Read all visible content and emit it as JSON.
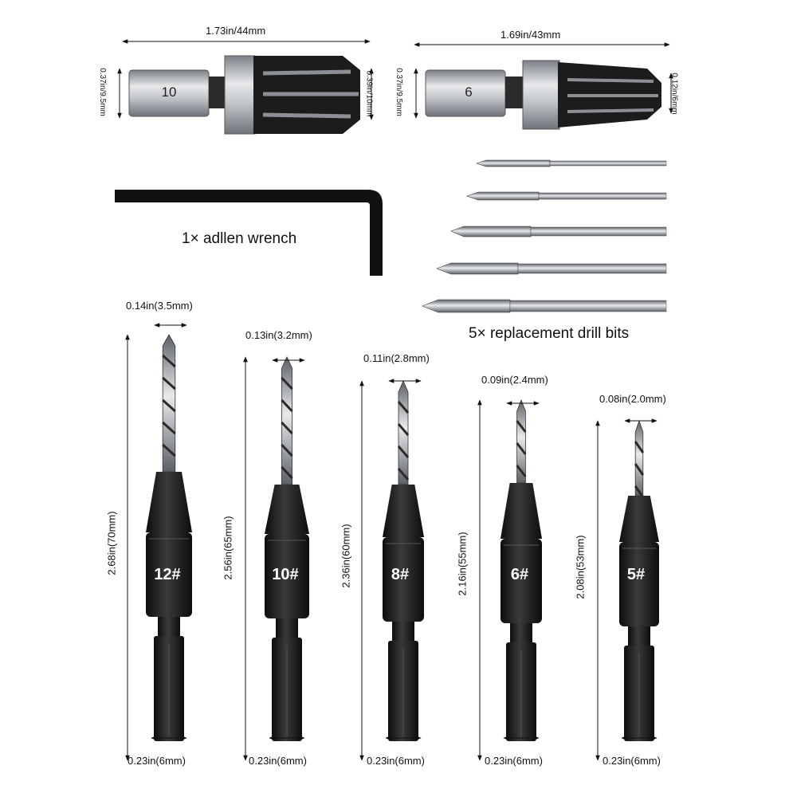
{
  "plug_cutters": [
    {
      "shank_number": "10",
      "length": "1.73in/44mm",
      "shank_diameter": "0.37in/9.5mm",
      "cut_diameter": "0.39in/10mm"
    },
    {
      "shank_number": "6",
      "length": "1.69in/43mm",
      "shank_diameter": "0.37in/9.5mm",
      "cut_diameter": "0.12in/6mm"
    }
  ],
  "allen_wrench_label": "1× adllen wrench",
  "drill_bits_label": "5× replacement drill bits",
  "countersinks": [
    {
      "number": "12#",
      "tip": "0.14in(3.5mm)",
      "length": "2.68in(70mm)",
      "shank": "0.23in(6mm)"
    },
    {
      "number": "10#",
      "tip": "0.13in(3.2mm)",
      "length": "2.56in(65mm)",
      "shank": "0.23in(6mm)"
    },
    {
      "number": "8#",
      "tip": "0.11in(2.8mm)",
      "length": "2.36in(60mm)",
      "shank": "0.23in(6mm)"
    },
    {
      "number": "6#",
      "tip": "0.09in(2.4mm)",
      "length": "2.16in(55mm)",
      "shank": "0.23in(6mm)"
    },
    {
      "number": "5#",
      "tip": "0.08in(2.0mm)",
      "length": "2.08in(53mm)",
      "shank": "0.23in(6mm)"
    }
  ],
  "colors": {
    "steel": "#b9bcc0",
    "black": "#1c1c1c",
    "background": "#ffffff"
  }
}
